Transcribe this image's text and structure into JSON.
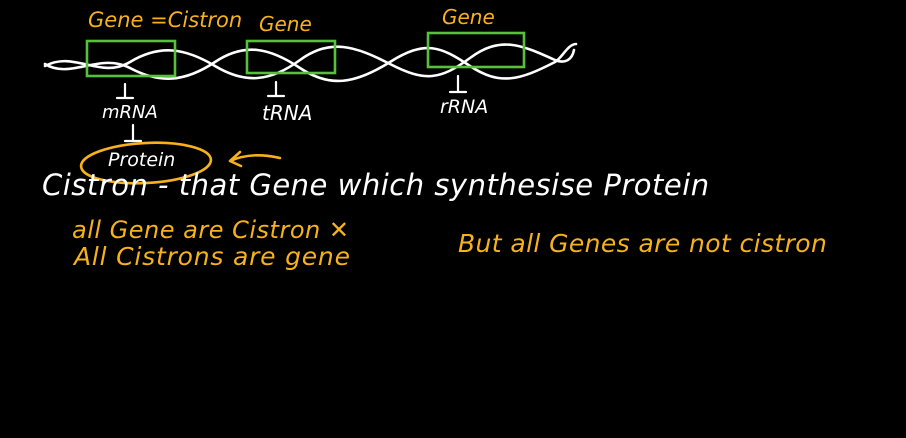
{
  "labels": {
    "gene_equals_cistron": "Gene =Cistron",
    "gene_middle": "Gene",
    "gene_right": "Gene",
    "mrna": "mRNA",
    "trna": "tRNA",
    "rrna": "rRNA",
    "protein": "Protein"
  },
  "notes": {
    "definition": "Cistron - that Gene which synthesise Protein",
    "statement_one": "all Gene are Cistron ✕",
    "statement_two": "All Cistrons are gene",
    "statement_three": "But all Genes are not cistron"
  },
  "colors": {
    "background": "#000000",
    "chalk_white": "#ffffff",
    "highlight_yellow": "#f7b21b",
    "box_green": "#56c23a"
  }
}
